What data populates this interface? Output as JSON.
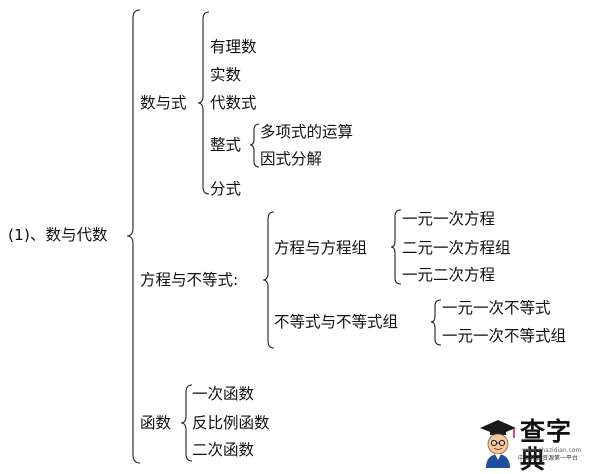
{
  "root": {
    "label": "(1)、数与代数"
  },
  "branches": [
    {
      "label": "数与式",
      "children": [
        {
          "label": "有理数"
        },
        {
          "label": "实数"
        },
        {
          "label": "代数式"
        },
        {
          "label": "整式",
          "children": [
            {
              "label": "多项式的运算"
            },
            {
              "label": "因式分解"
            }
          ]
        },
        {
          "label": "分式"
        }
      ]
    },
    {
      "label": "方程与不等式:",
      "children": [
        {
          "label": "方程与方程组",
          "children": [
            {
              "label": "一元一次方程"
            },
            {
              "label": "二元一次方程组"
            },
            {
              "label": "一元二次方程"
            }
          ]
        },
        {
          "label": "不等式与不等式组",
          "children": [
            {
              "label": "一元一次不等式"
            },
            {
              "label": "一元一次不等式组"
            }
          ]
        }
      ]
    },
    {
      "label": "函数",
      "children": [
        {
          "label": "一次函数"
        },
        {
          "label": "反比例函数"
        },
        {
          "label": "二次函数"
        }
      ]
    }
  ],
  "watermark": {
    "title": "查字典",
    "url": "www.chazidian.com",
    "slogan": "中文教育资源第一平台",
    "icon": "student-mascot-icon"
  }
}
